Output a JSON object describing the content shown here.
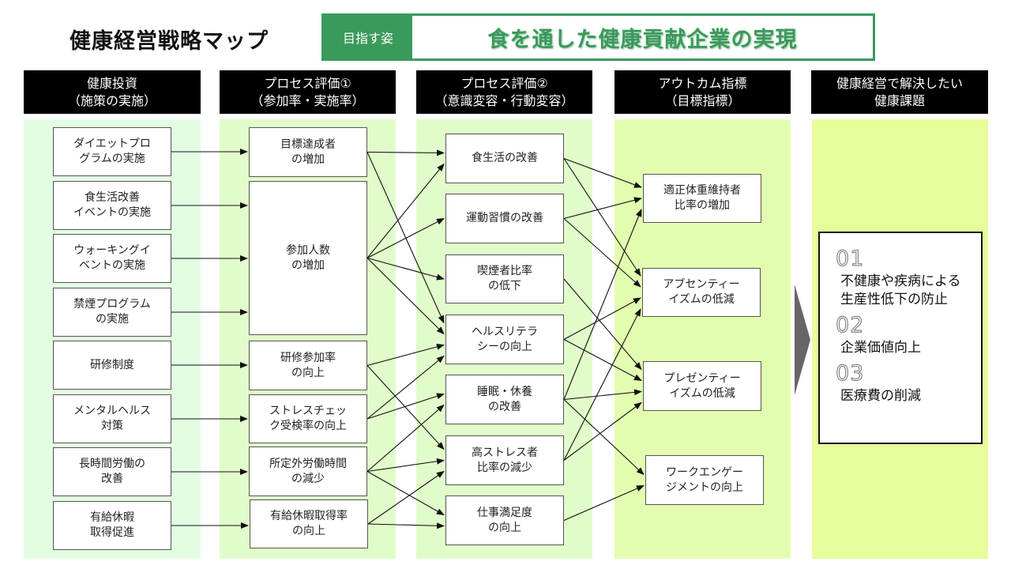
{
  "header": {
    "title": "健康経営戦略マップ",
    "goal_label": "目指す姿",
    "goal_text": "食を通した健康貢献企業の実現"
  },
  "colors": {
    "accent_green": "#3a9a5b",
    "header_bg": "#000000",
    "col1_bg": "#e3fde3",
    "col2_bg": "#e1fcca",
    "col3_bg": "#e1fcca",
    "col4_bg": "#e3fdb0",
    "col5_bg": "#e6fd9a",
    "chevron": "#666666"
  },
  "columns": [
    {
      "id": "c1",
      "head_line1": "健康投資",
      "head_line2": "（施策の実施）"
    },
    {
      "id": "c2",
      "head_line1": "プロセス評価①",
      "head_line2": "（参加率・実施率）"
    },
    {
      "id": "c3",
      "head_line1": "プロセス評価②",
      "head_line2": "（意識変容・行動変容）"
    },
    {
      "id": "c4",
      "head_line1": "アウトカム指標",
      "head_line2": "（目標指標）"
    },
    {
      "id": "c5",
      "head_line1": "健康経営で解決したい",
      "head_line2": "健康課題"
    }
  ],
  "nodes": {
    "a1": "ダイエットプロ\nグラムの実施",
    "a2": "食生活改善\nイベントの実施",
    "a3": "ウォーキングイ\nベントの実施",
    "a4": "禁煙プログラム\nの実施",
    "a5": "研修制度",
    "a6": "メンタルヘルス\n対策",
    "a7": "長時間労働の\n改善",
    "a8": "有給休暇\n取得促進",
    "b1": "目標達成者\nの増加",
    "b2": "参加人数\nの増加",
    "b3": "研修参加率\nの向上",
    "b4": "ストレスチェッ\nク受検率の向上",
    "b5": "所定外労働時間\nの減少",
    "b6": "有給休暇取得率\nの向上",
    "m1": "食生活の改善",
    "m2": "運動習慣の改善",
    "m3": "喫煙者比率\nの低下",
    "m4": "ヘルスリテラ\nシーの向上",
    "m5": "睡眠・休養\nの改善",
    "m6": "高ストレス者\n比率の減少",
    "m7": "仕事満足度\nの向上",
    "o1": "適正体重維持者\n比率の増加",
    "o2": "アブセンティー\nイズムの低減",
    "o3": "プレゼンティー\nイズムの低減",
    "o4": "ワークエンゲー\nジメントの向上"
  },
  "edges": [
    [
      "a1",
      "b1"
    ],
    [
      "a2",
      "b2"
    ],
    [
      "a3",
      "b2"
    ],
    [
      "a4",
      "b2"
    ],
    [
      "a5",
      "b3"
    ],
    [
      "a6",
      "b4"
    ],
    [
      "a7",
      "b5"
    ],
    [
      "a8",
      "b6"
    ],
    [
      "b1",
      "m1"
    ],
    [
      "b1",
      "m4"
    ],
    [
      "b2",
      "m1"
    ],
    [
      "b2",
      "m2"
    ],
    [
      "b2",
      "m3"
    ],
    [
      "b2",
      "m4"
    ],
    [
      "b3",
      "m4"
    ],
    [
      "b3",
      "m6"
    ],
    [
      "b4",
      "m4"
    ],
    [
      "b4",
      "m5"
    ],
    [
      "b5",
      "m5"
    ],
    [
      "b5",
      "m6"
    ],
    [
      "b5",
      "m7"
    ],
    [
      "b6",
      "m6"
    ],
    [
      "b6",
      "m7"
    ],
    [
      "m1",
      "o1"
    ],
    [
      "m1",
      "o2"
    ],
    [
      "m2",
      "o1"
    ],
    [
      "m2",
      "o2"
    ],
    [
      "m3",
      "o3"
    ],
    [
      "m4",
      "o2"
    ],
    [
      "m4",
      "o3"
    ],
    [
      "m5",
      "o1"
    ],
    [
      "m5",
      "o3"
    ],
    [
      "m5",
      "o4"
    ],
    [
      "m6",
      "o2"
    ],
    [
      "m6",
      "o3"
    ],
    [
      "m7",
      "o4"
    ]
  ],
  "issues": [
    {
      "num": "01",
      "text": "不健康や疾病による\n生産性低下の防止"
    },
    {
      "num": "02",
      "text": "企業価値向上"
    },
    {
      "num": "03",
      "text": "医療費の削減"
    }
  ]
}
